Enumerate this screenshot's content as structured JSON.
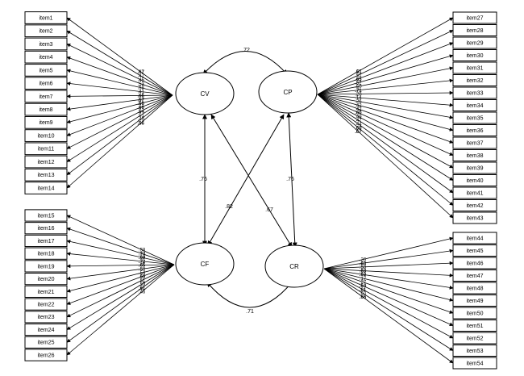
{
  "factors": {
    "CV": {
      "label": "CV",
      "items": [
        "item1",
        "item2",
        "item3",
        "item4",
        "item5",
        "item6",
        "item7",
        "item8",
        "item9",
        "item10",
        "item11",
        "item12",
        "item13",
        "item14"
      ],
      "loadings": [
        {
          "v": ".67",
          "b": true
        },
        {
          "v": ".47",
          "b": false
        },
        {
          "v": ".45",
          "b": false
        },
        {
          "v": ".53",
          "b": false
        },
        {
          "v": ".58",
          "b": false
        },
        {
          "v": ".41",
          "b": false
        },
        {
          "v": ".66",
          "b": true
        },
        {
          "v": ".57",
          "b": true
        },
        {
          "v": ".56",
          "b": true
        },
        {
          "v": ".66",
          "b": true
        },
        {
          "v": ".54",
          "b": true
        },
        {
          "v": ".51",
          "b": false
        },
        {
          "v": ".49",
          "b": false
        },
        {
          "v": ".56",
          "b": true
        }
      ]
    },
    "CP": {
      "label": "CP",
      "items": [
        "item27",
        "item28",
        "item29",
        "item30",
        "item31",
        "item32",
        "item33",
        "item34",
        "item35",
        "item36",
        "item37",
        "item38",
        "item39",
        "item40",
        "item41",
        "item42",
        "item43"
      ],
      "loadings": [
        {
          "v": ".61",
          "b": true
        },
        {
          "v": ".51",
          "b": false
        },
        {
          "v": ".63",
          "b": true
        },
        {
          "v": ".52",
          "b": false
        },
        {
          "v": ".50",
          "b": false
        },
        {
          "v": ".71",
          "b": true
        },
        {
          "v": ".28",
          "b": false
        },
        {
          "v": ".14",
          "b": false
        },
        {
          "v": ".26",
          "b": false
        },
        {
          "v": ".42",
          "b": false
        },
        {
          "v": ".42",
          "b": false
        },
        {
          "v": ".60",
          "b": true
        },
        {
          "v": ".49",
          "b": false
        },
        {
          "v": ".47",
          "b": false
        },
        {
          "v": ".44",
          "b": false
        },
        {
          "v": ".60",
          "b": true
        },
        {
          "v": ".67",
          "b": true
        }
      ]
    },
    "CF": {
      "label": "CF",
      "items": [
        "item15",
        "item16",
        "item17",
        "item18",
        "item19",
        "item20",
        "item21",
        "item22",
        "item23",
        "item24",
        "item25",
        "item26"
      ],
      "loadings": [
        {
          "v": ".58",
          "b": false
        },
        {
          "v": ".74",
          "b": true
        },
        {
          "v": ".69",
          "b": true
        },
        {
          "v": ".72",
          "b": true
        },
        {
          "v": ".65",
          "b": true
        },
        {
          "v": ".58",
          "b": false
        },
        {
          "v": ".54",
          "b": false
        },
        {
          "v": ".66",
          "b": true
        },
        {
          "v": ".51",
          "b": false
        },
        {
          "v": ".59",
          "b": false
        },
        {
          "v": ".61",
          "b": true
        },
        {
          "v": ".46",
          "b": false
        }
      ]
    },
    "CR": {
      "label": "CR",
      "items": [
        "item44",
        "item45",
        "item46",
        "item47",
        "item48",
        "item49",
        "item50",
        "item51",
        "item52",
        "item53",
        "item54"
      ],
      "loadings": [
        {
          "v": ".26",
          "b": false
        },
        {
          "v": ".63",
          "b": true
        },
        {
          "v": ".58",
          "b": false
        },
        {
          "v": ".63",
          "b": true
        },
        {
          "v": ".63",
          "b": true
        },
        {
          "v": ".17",
          "b": false
        },
        {
          "v": ".27",
          "b": false
        },
        {
          "v": ".64",
          "b": true
        },
        {
          "v": ".61",
          "b": true
        },
        {
          "v": ".60",
          "b": false
        },
        {
          "v": ".66",
          "b": true
        }
      ]
    }
  },
  "correlations": {
    "cv_cp": ".72",
    "cv_cf": ".76",
    "cv_cr": ".67",
    "cp_cf": ".82",
    "cp_cr": ".76",
    "cf_cr": ".71"
  }
}
